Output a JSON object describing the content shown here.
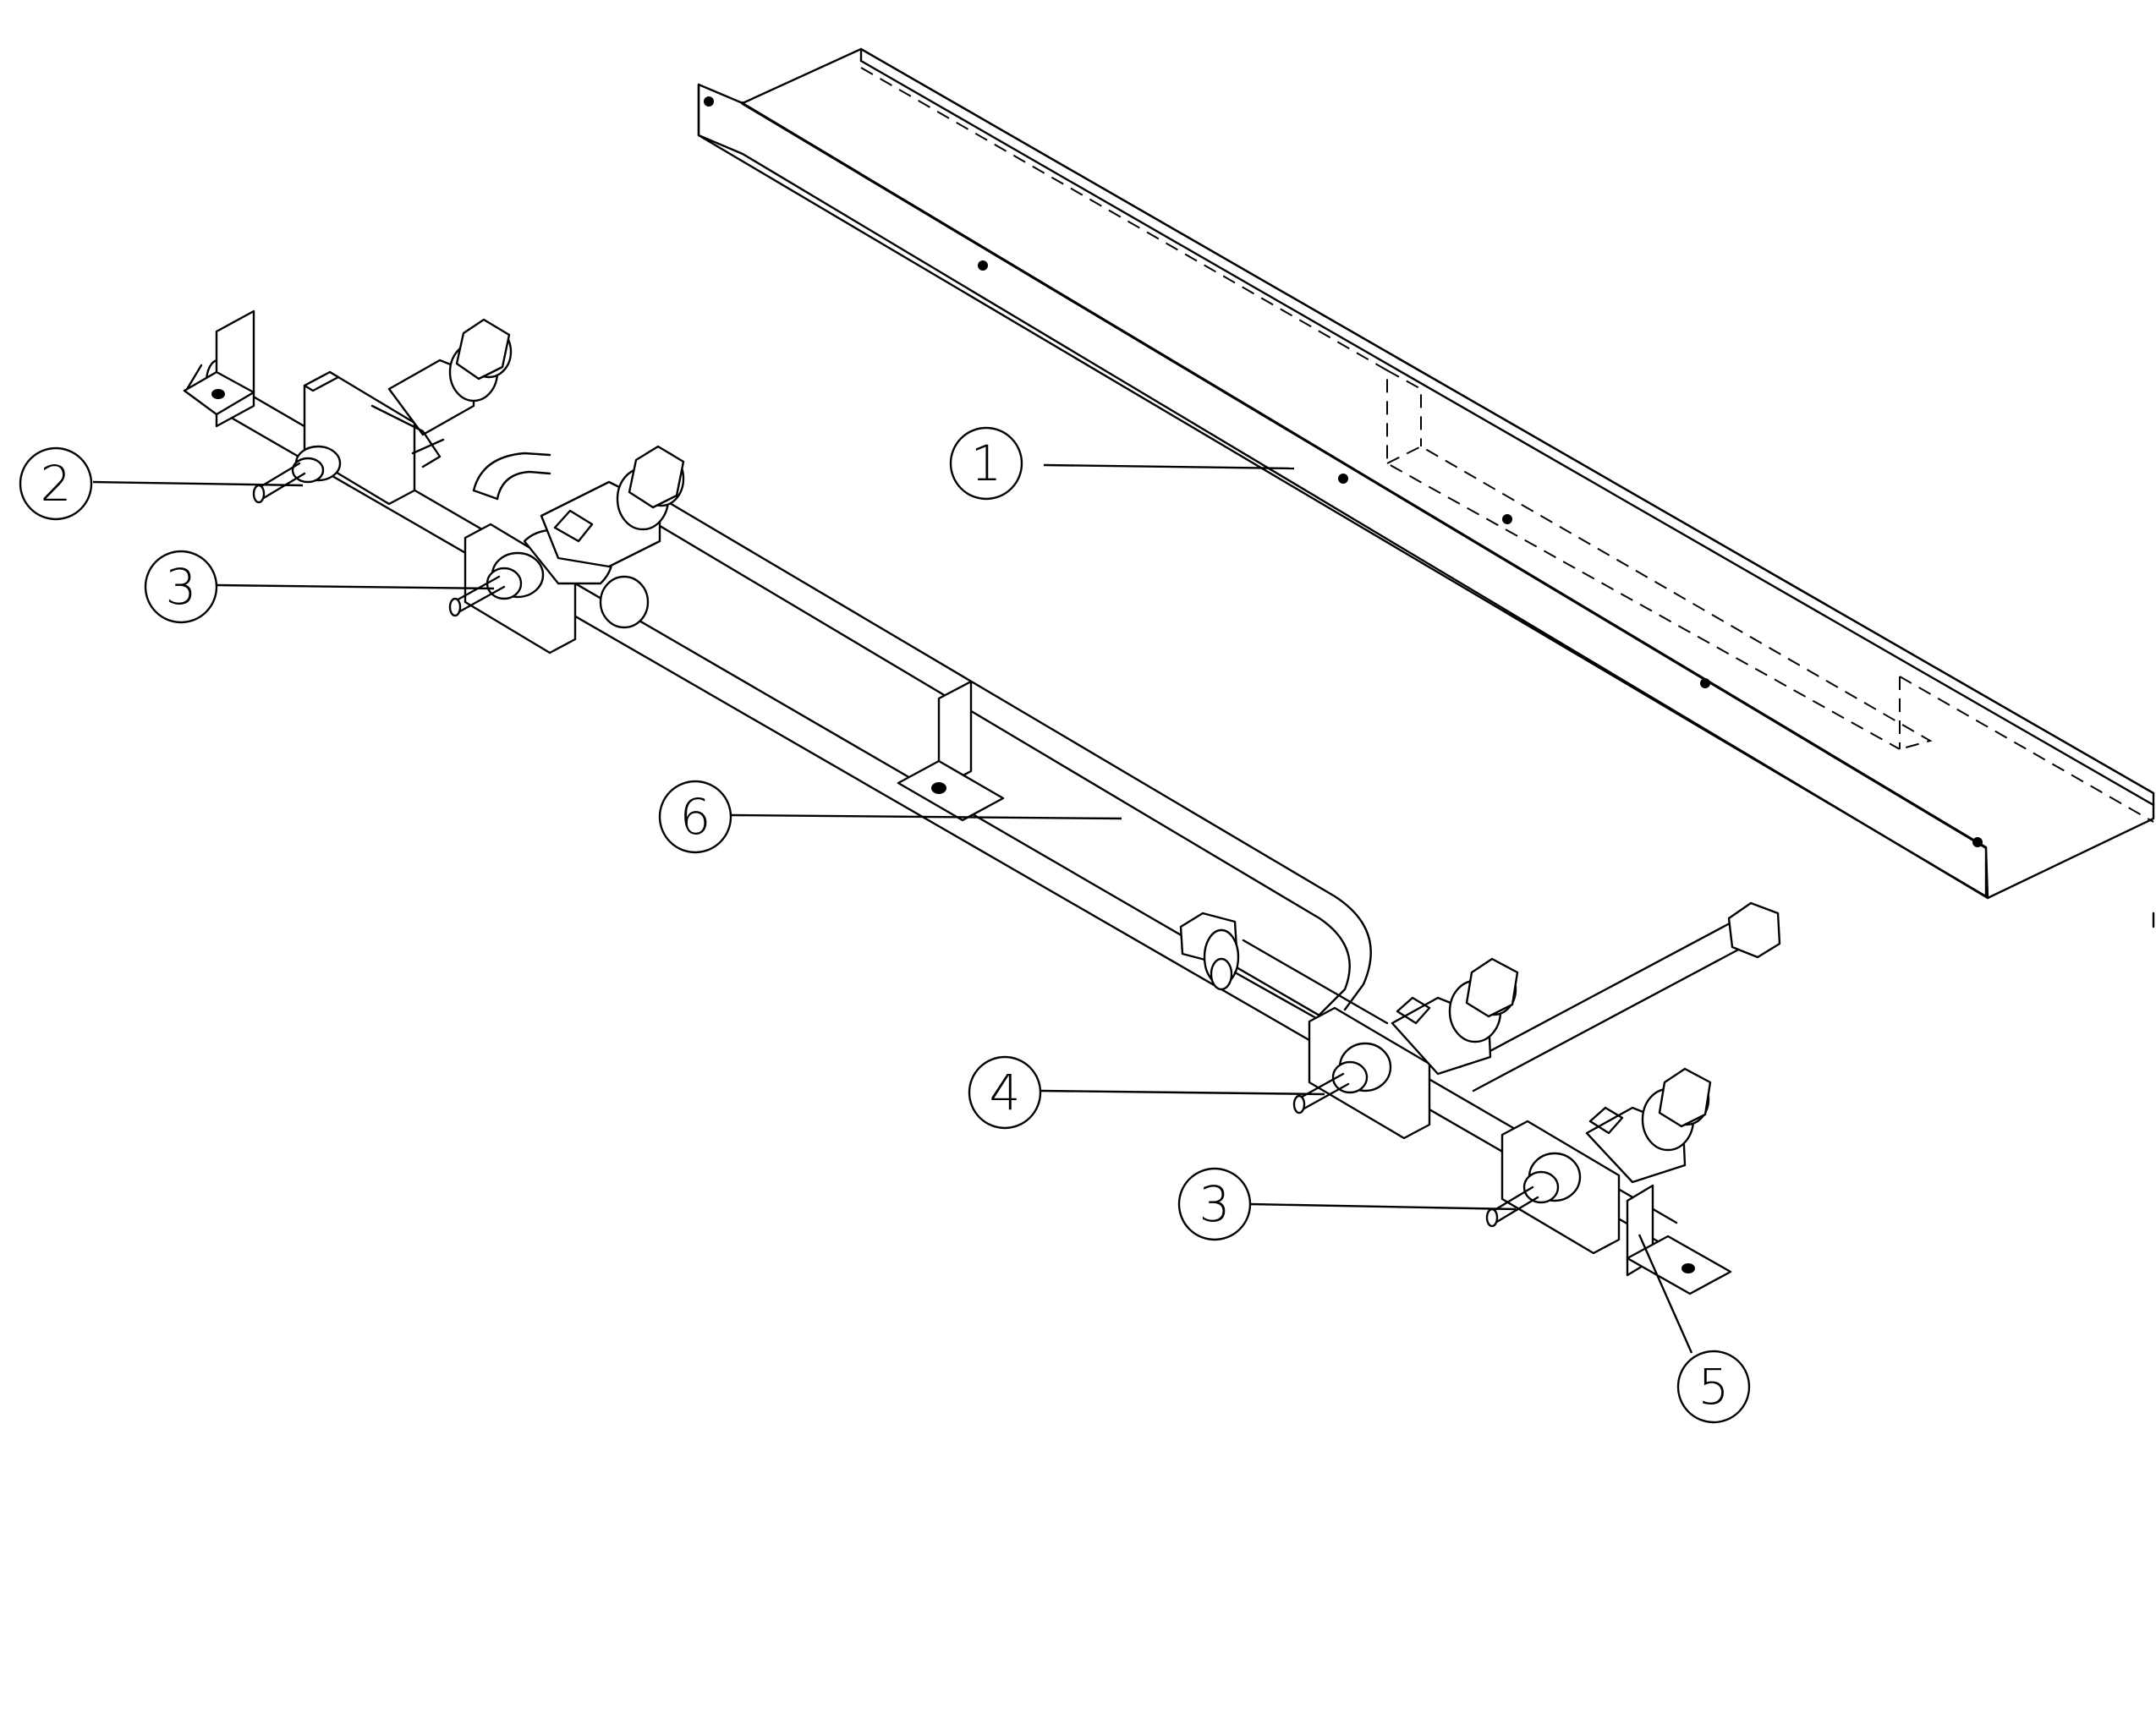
{
  "callouts": [
    {
      "id": "callout-1",
      "label": "1"
    },
    {
      "id": "callout-2",
      "label": "2"
    },
    {
      "id": "callout-3a",
      "label": "3"
    },
    {
      "id": "callout-6",
      "label": "6"
    },
    {
      "id": "callout-4",
      "label": "4"
    },
    {
      "id": "callout-3b",
      "label": "3"
    },
    {
      "id": "callout-5",
      "label": "5"
    }
  ]
}
